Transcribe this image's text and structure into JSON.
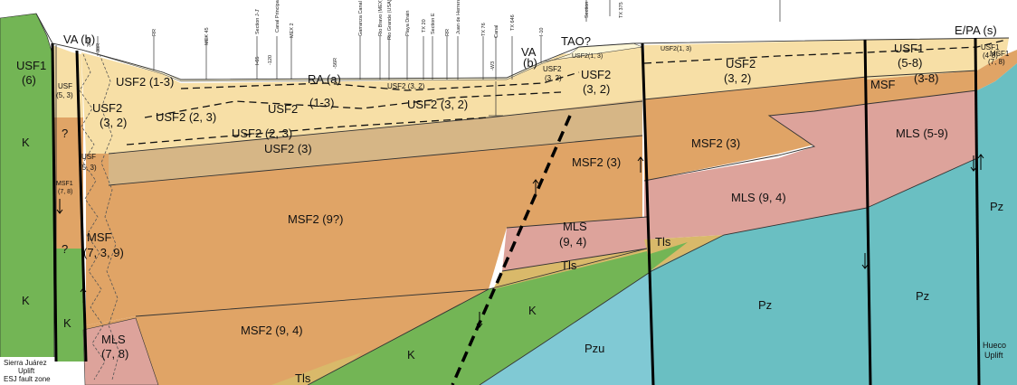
{
  "section": {
    "units": {
      "va_b_left": "VA (b)",
      "va_b_mid": "VA",
      "va_b_mid2": "(b)",
      "tao": "TAO?",
      "ra": "RA (a)",
      "epa": "E/PA (s)",
      "usf1_left": "USF1",
      "usf1_left_age": "(6)",
      "usf_left": "USF",
      "usf_left_age": "(5, 3)",
      "usf2_13": "USF2 (1-3)",
      "usf2_32_a": "USF2",
      "usf2_32_a_age": "(3, 2)",
      "usf2_23a": "USF2 (2, 3)",
      "usf2_center": "USF2",
      "usf2_13b": "(1-3)",
      "usf2_32_label": "USF2 (3, 2)",
      "usf2_32_big": "USF2 (3, 2)",
      "usf2_23b": "USF2 (2, 3)",
      "usf2_3": "USF2 (3)",
      "usf2_32_tao": "USF2",
      "usf2_32_tao_age": "(3, 2)",
      "usf2_32_small": "USF2",
      "usf2_32_small_age": "(3, 2)",
      "usf2_right": "USF2",
      "usf2_right_age": "(3, 2)",
      "usf2_13_small": "USF2(1, 3)",
      "usf2_13_small2": "USF2(1, 3)",
      "usf_lower": "USF",
      "usf_lower_age": "(5, 3)",
      "q1": "?",
      "q2": "?",
      "msf1_left": "MSF1",
      "msf1_left_age": "(7, 8)",
      "msf_left": "MSF",
      "msf_left_age": "(7, 3, 9)",
      "msf2_9q": "MSF2 (9?)",
      "msf2_3_mid": "MSF2 (3)",
      "msf2_3_right": "MSF2 (3)",
      "msf2_94": "MSF2 (9, 4)",
      "mls_78": "MLS",
      "mls_78_age": "(7, 8)",
      "mls_94_mid": "MLS",
      "mls_94_mid_age": "(9, 4)",
      "mls_94_right": "MLS (9, 4)",
      "mls_59": "MLS (5-9)",
      "tls_mid": "Tls",
      "tls_right": "Tls",
      "tls_bottom": "Tls",
      "k_left1": "K",
      "k_left2": "K",
      "k_small": "K",
      "k_mid": "K",
      "k_bottom": "K",
      "pzu": "Pzu",
      "pz_mid": "Pz",
      "pz_right": "Pz",
      "pz_far": "Pz",
      "usf1_58": "USF1",
      "usf1_58_age": "(5-8)",
      "msf_38": "MSF",
      "msf_38_age": "(3-8)",
      "usf1_48": "USF1",
      "usf1_48_age": "(4-8)",
      "msf1_78": "MSF1",
      "msf1_78_age": "(7, 8)"
    },
    "corner_labels": {
      "sierra": "Sierra     Juárez",
      "uplift": "Uplift",
      "esj": "ESJ fault zone",
      "hueco": "Hueco",
      "hueco_uplift": "Uplift"
    },
    "surface_features": [
      "38R",
      "RR",
      "MEX 45",
      "Section J-J'",
      "Canal Principal",
      "MEX 2",
      "Garranza Canal",
      "Rio Bravo (MEX)",
      "Rio Grande (USA)",
      "Playa Drain",
      "TX 20",
      "Section E",
      "RR",
      "Juan de Herrera",
      "TX 76",
      "Canal",
      "TX 646",
      "I-10",
      "Section",
      "TX 375"
    ],
    "well_labels": [
      "36R",
      "I-65",
      "-120",
      "-56R",
      "-W3"
    ],
    "colors": {
      "usf_light": "#f7dfa6",
      "usf_pale": "#fbedc4",
      "msf_orange": "#e0a466",
      "msf_tan": "#d6b686",
      "mls_pink": "#dda39b",
      "tls_yellow": "#d9b96a",
      "k_green": "#73b555",
      "pz_teal": "#6abfc2",
      "pzu_blue": "#80c9d4",
      "va_cream": "#fdf6d6"
    }
  }
}
